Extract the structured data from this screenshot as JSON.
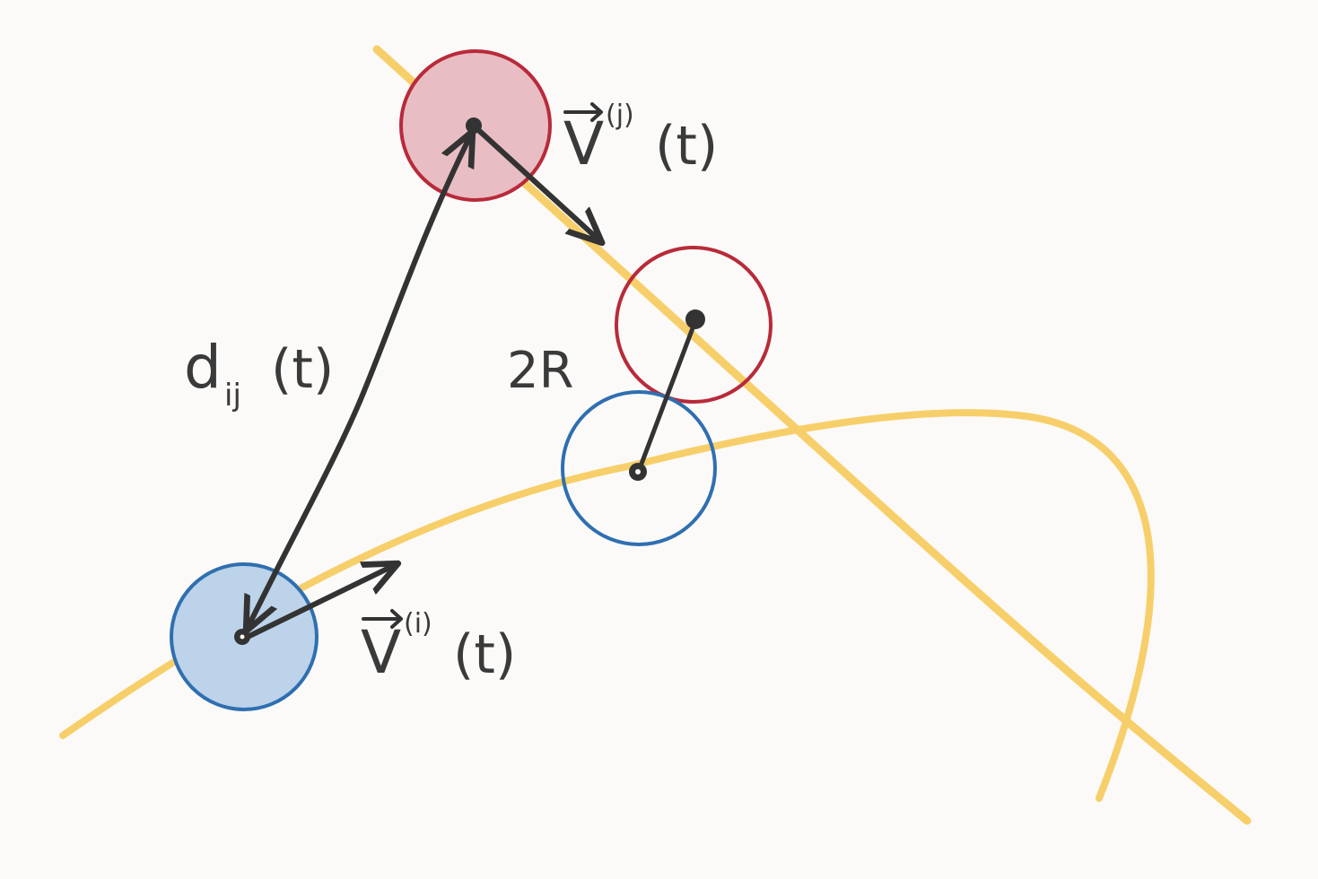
{
  "colors": {
    "background": "#fbfaf8",
    "path": "#f7cf6a",
    "ink": "#333333",
    "robot_i_stroke": "#2f6fb0",
    "robot_i_fill": "#bcd3ea",
    "robot_j_stroke": "#b82a3a",
    "robot_j_fill": "#e8bdc3"
  },
  "labels": {
    "velocity_j": "V(j)(t)",
    "velocity_j_main": "V",
    "velocity_j_sup": "(j)",
    "velocity_j_arg": "(t)",
    "velocity_i": "V(i)(t)",
    "velocity_i_main": "V",
    "velocity_i_sup": "(i)",
    "velocity_i_arg": "(t)",
    "distance": "dij(t)",
    "distance_main": "d",
    "distance_sub": "ij",
    "distance_arg": "(t)",
    "collision_distance": "2R"
  }
}
